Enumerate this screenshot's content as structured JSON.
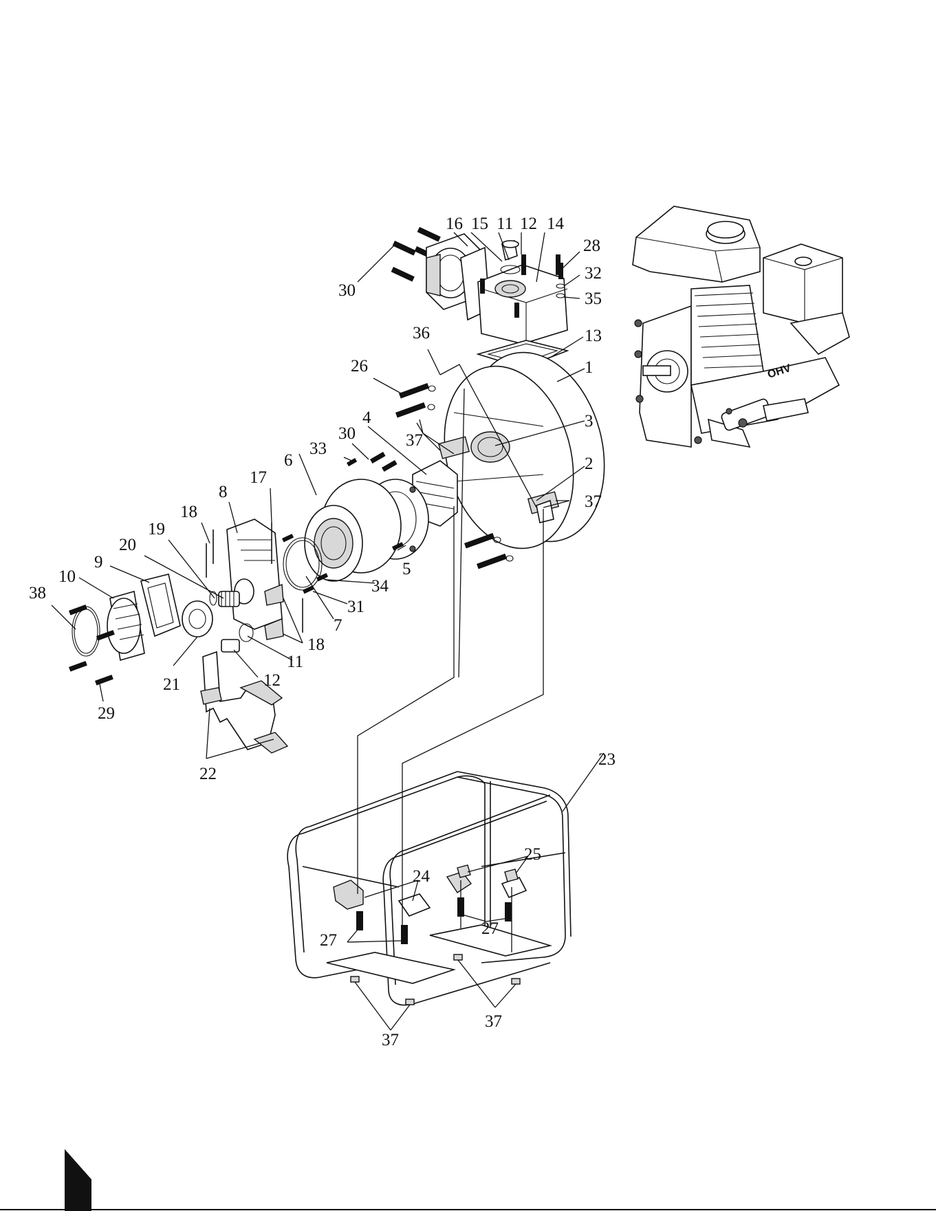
{
  "diagram": {
    "engine_badge": "OHV",
    "part_labels": [
      {
        "id": "16",
        "text": "16"
      },
      {
        "id": "15",
        "text": "15"
      },
      {
        "id": "11a",
        "text": "11"
      },
      {
        "id": "12a",
        "text": "12"
      },
      {
        "id": "14",
        "text": "14"
      },
      {
        "id": "28",
        "text": "28"
      },
      {
        "id": "32",
        "text": "32"
      },
      {
        "id": "35",
        "text": "35"
      },
      {
        "id": "30a",
        "text": "30"
      },
      {
        "id": "13",
        "text": "13"
      },
      {
        "id": "36",
        "text": "36"
      },
      {
        "id": "1",
        "text": "1"
      },
      {
        "id": "26",
        "text": "26"
      },
      {
        "id": "3",
        "text": "3"
      },
      {
        "id": "4",
        "text": "4"
      },
      {
        "id": "30b",
        "text": "30"
      },
      {
        "id": "37a",
        "text": "37"
      },
      {
        "id": "33",
        "text": "33"
      },
      {
        "id": "2",
        "text": "2"
      },
      {
        "id": "6",
        "text": "6"
      },
      {
        "id": "17",
        "text": "17"
      },
      {
        "id": "37b",
        "text": "37"
      },
      {
        "id": "8",
        "text": "8"
      },
      {
        "id": "18a",
        "text": "18"
      },
      {
        "id": "5",
        "text": "5"
      },
      {
        "id": "19",
        "text": "19"
      },
      {
        "id": "20",
        "text": "20"
      },
      {
        "id": "34",
        "text": "34"
      },
      {
        "id": "9",
        "text": "9"
      },
      {
        "id": "10",
        "text": "10"
      },
      {
        "id": "31",
        "text": "31"
      },
      {
        "id": "38",
        "text": "38"
      },
      {
        "id": "7",
        "text": "7"
      },
      {
        "id": "18b",
        "text": "18"
      },
      {
        "id": "11b",
        "text": "11"
      },
      {
        "id": "12b",
        "text": "12"
      },
      {
        "id": "21",
        "text": "21"
      },
      {
        "id": "29",
        "text": "29"
      },
      {
        "id": "22",
        "text": "22"
      },
      {
        "id": "23",
        "text": "23"
      },
      {
        "id": "25",
        "text": "25"
      },
      {
        "id": "24",
        "text": "24"
      },
      {
        "id": "27a",
        "text": "27"
      },
      {
        "id": "27b",
        "text": "27"
      },
      {
        "id": "37c",
        "text": "37"
      },
      {
        "id": "37d",
        "text": "37"
      }
    ]
  }
}
